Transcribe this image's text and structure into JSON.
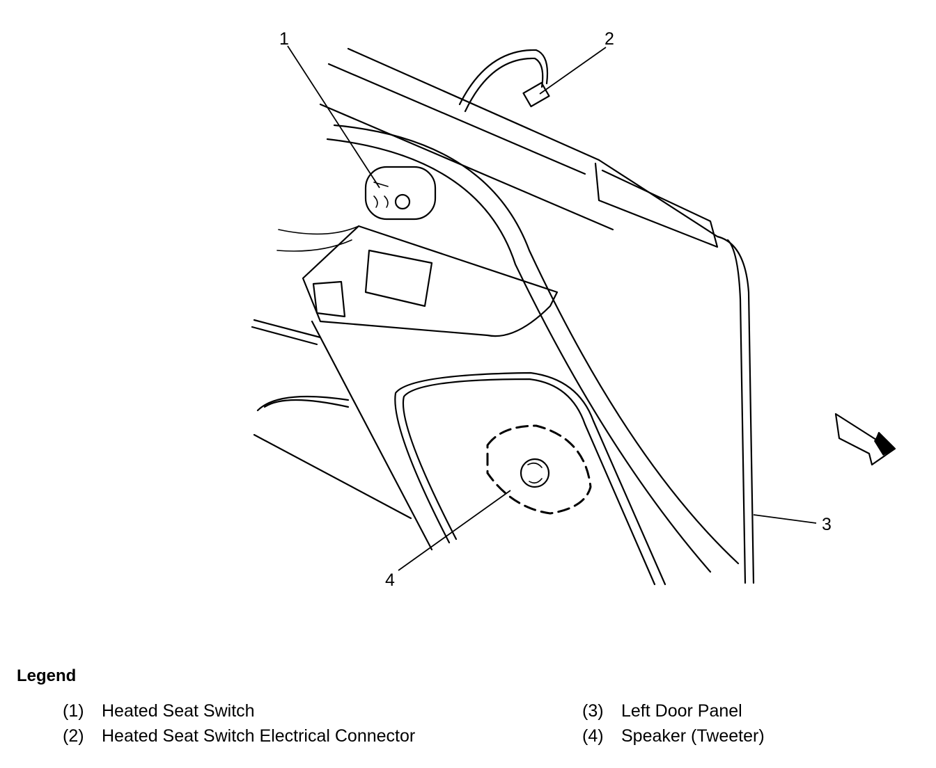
{
  "diagram": {
    "callouts": [
      {
        "id": "1",
        "label": "1"
      },
      {
        "id": "2",
        "label": "2"
      },
      {
        "id": "3",
        "label": "3"
      },
      {
        "id": "4",
        "label": "4"
      }
    ]
  },
  "legend": {
    "title": "Legend",
    "items": [
      {
        "number": "(1)",
        "text": "Heated Seat Switch"
      },
      {
        "number": "(2)",
        "text": "Heated Seat Switch Electrical Connector"
      },
      {
        "number": "(3)",
        "text": "Left Door Panel"
      },
      {
        "number": "(4)",
        "text": "Speaker (Tweeter)"
      }
    ]
  }
}
